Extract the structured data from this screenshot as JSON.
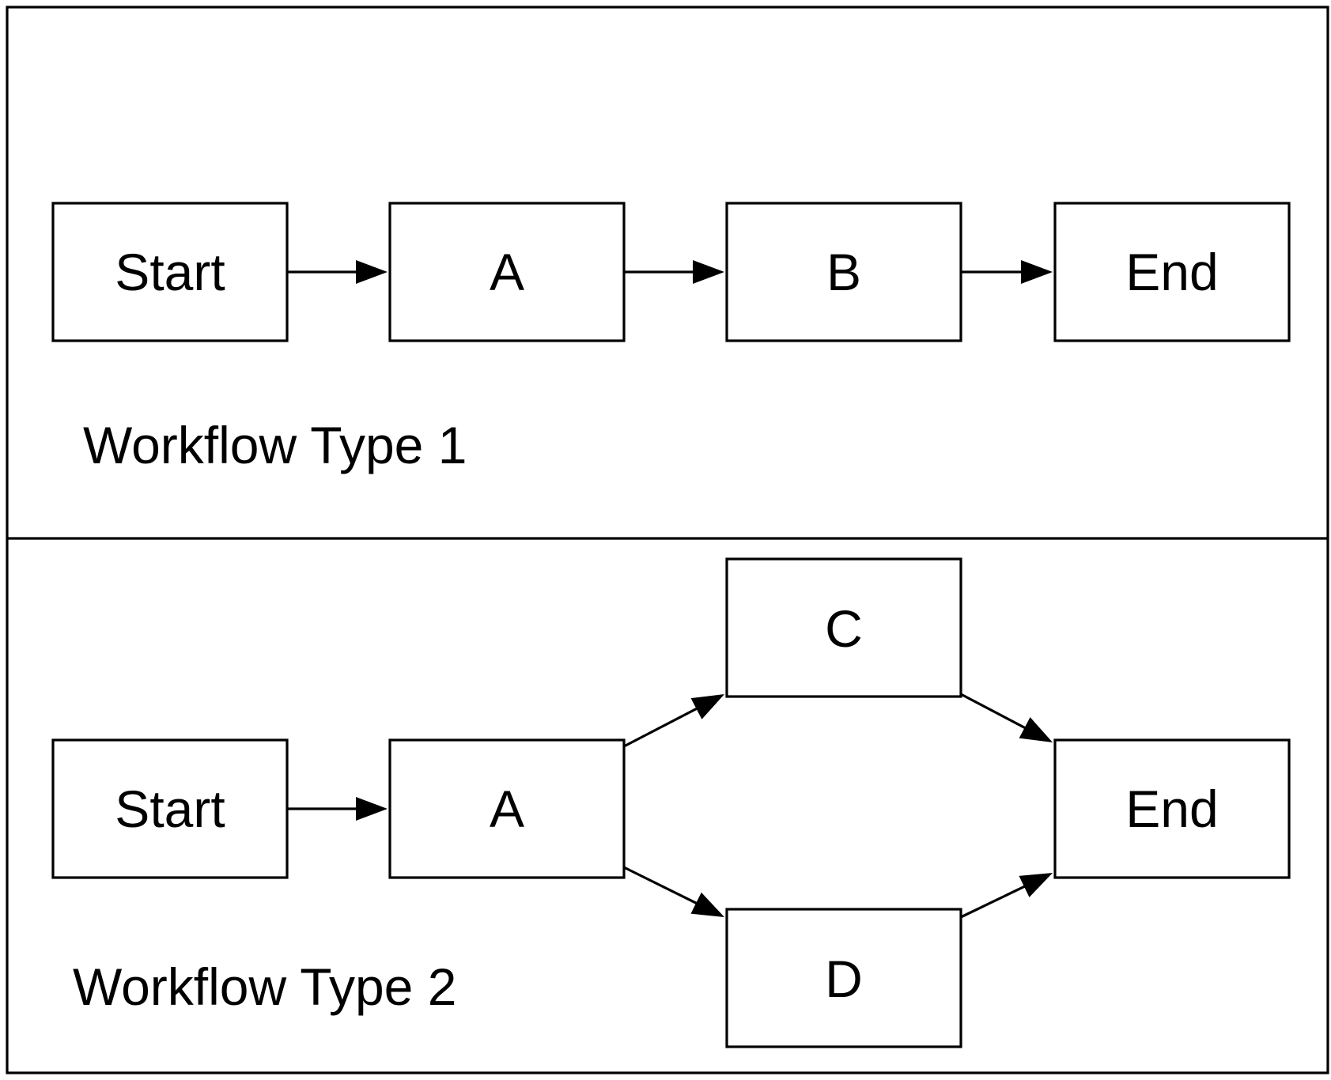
{
  "panels": [
    {
      "title": "Workflow Type 1",
      "nodes": [
        {
          "id": "start",
          "label": "Start"
        },
        {
          "id": "a",
          "label": "A"
        },
        {
          "id": "b",
          "label": "B"
        },
        {
          "id": "end",
          "label": "End"
        }
      ],
      "edges": [
        {
          "from": "start",
          "to": "a"
        },
        {
          "from": "a",
          "to": "b"
        },
        {
          "from": "b",
          "to": "end"
        }
      ]
    },
    {
      "title": "Workflow Type 2",
      "nodes": [
        {
          "id": "start",
          "label": "Start"
        },
        {
          "id": "a",
          "label": "A"
        },
        {
          "id": "c",
          "label": "C"
        },
        {
          "id": "d",
          "label": "D"
        },
        {
          "id": "end",
          "label": "End"
        }
      ],
      "edges": [
        {
          "from": "start",
          "to": "a"
        },
        {
          "from": "a",
          "to": "c"
        },
        {
          "from": "a",
          "to": "d"
        },
        {
          "from": "c",
          "to": "end"
        },
        {
          "from": "d",
          "to": "end"
        }
      ]
    }
  ]
}
